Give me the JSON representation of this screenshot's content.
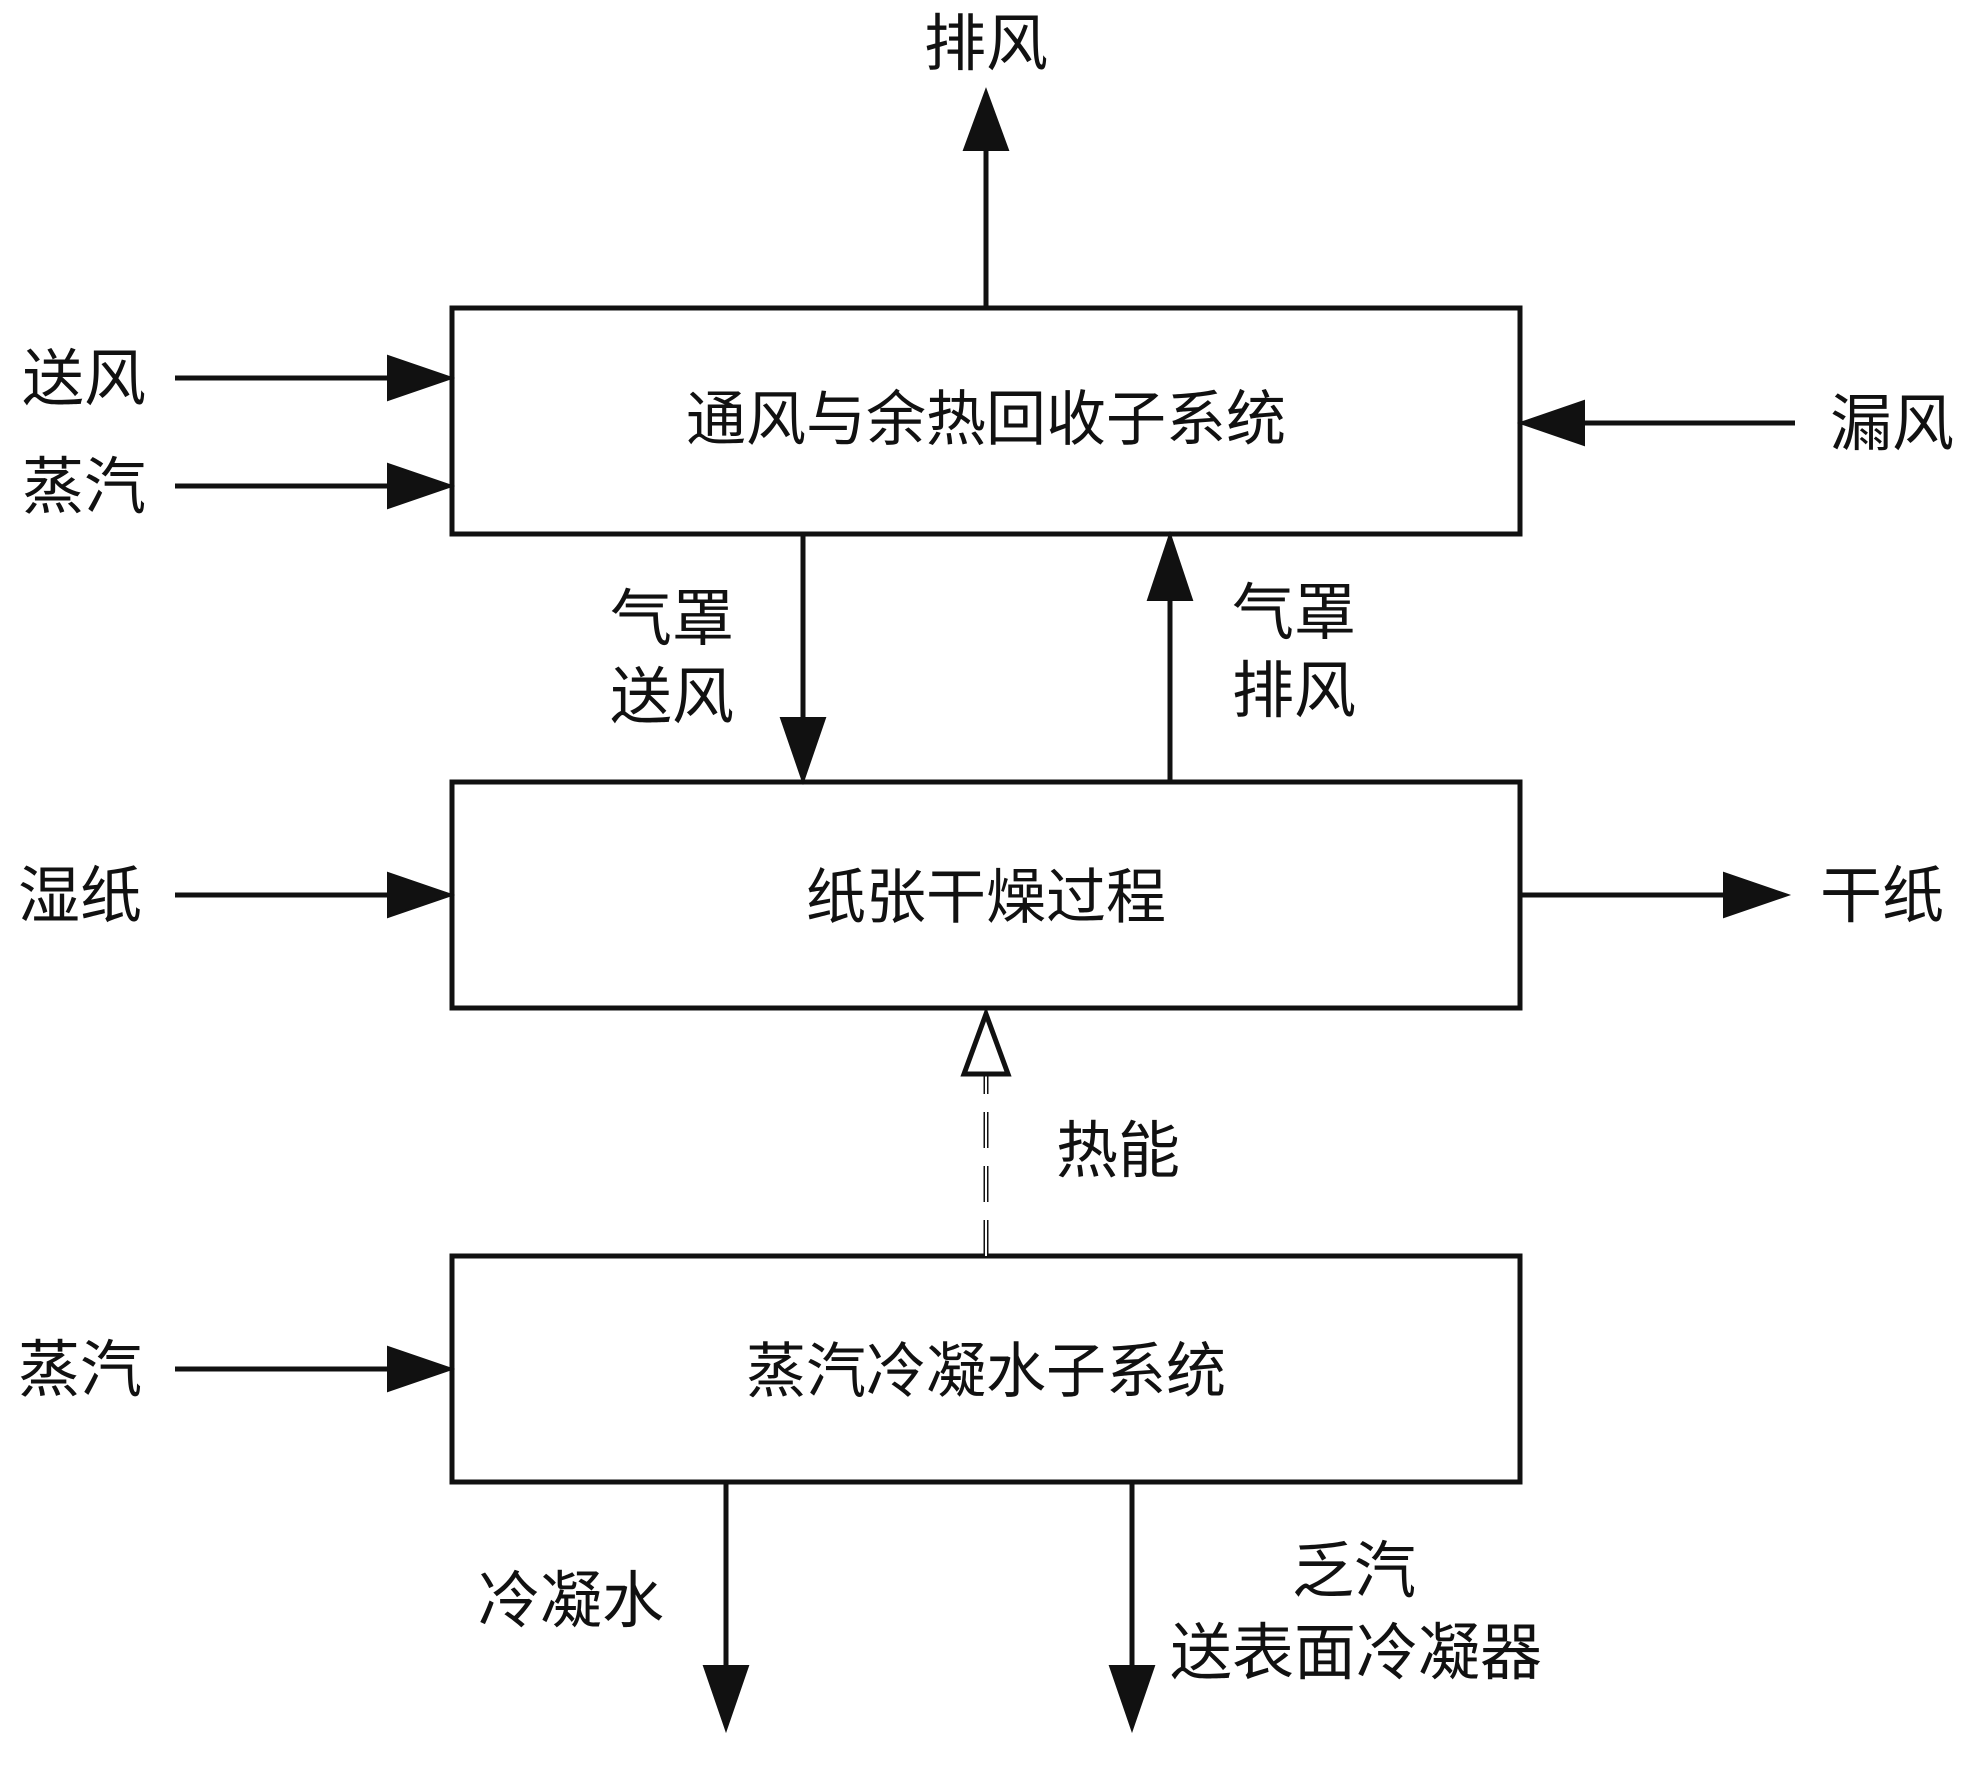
{
  "boxes": {
    "ventilation": "通风与余热回收子系统",
    "drying": "纸张干燥过程",
    "steam_condensate": "蒸汽冷凝水子系统"
  },
  "labels": {
    "exhaust": "排风",
    "supply_air": "送风",
    "steam_top": "蒸汽",
    "leak_air": "漏风",
    "hood_supply_1": "气罩",
    "hood_supply_2": "送风",
    "hood_exhaust_1": "气罩",
    "hood_exhaust_2": "排风",
    "wet_paper": "湿纸",
    "dry_paper": "干纸",
    "heat_energy": "热能",
    "steam_bottom": "蒸汽",
    "condensate": "冷凝水",
    "exhaust_steam_1": "乏汽",
    "exhaust_steam_2": "送表面冷凝器"
  }
}
